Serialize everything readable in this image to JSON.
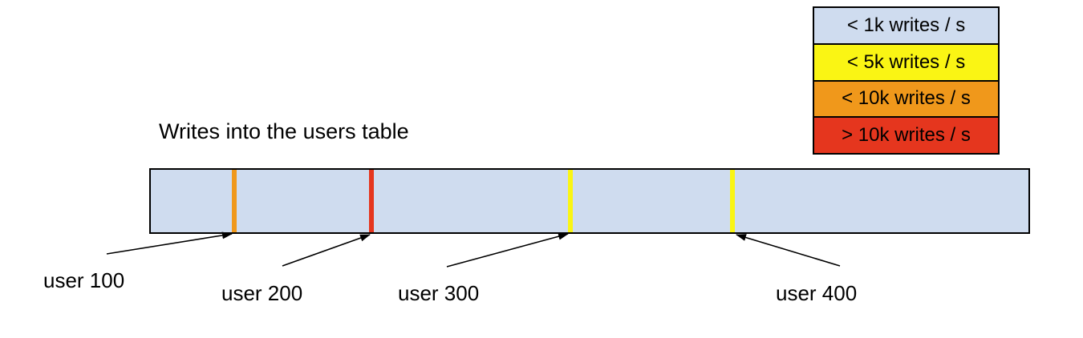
{
  "title": "Writes into the users table",
  "legend": {
    "items": [
      {
        "label": "< 1k writes / s",
        "color": "#cfdcef"
      },
      {
        "label": "< 5k writes / s",
        "color": "#faf514"
      },
      {
        "label": "< 10k writes / s",
        "color": "#f0981b"
      },
      {
        "label": "> 10k writes / s",
        "color": "#e5361e"
      }
    ]
  },
  "table_bar": {
    "fill_color": "#cfdcef",
    "border_color": "#000000"
  },
  "markers": [
    {
      "label": "user 100",
      "position_fraction": 0.095,
      "color": "#f0981b",
      "rate": "< 10k writes / s"
    },
    {
      "label": "user 200",
      "position_fraction": 0.251,
      "color": "#e5361e",
      "rate": "> 10k writes / s"
    },
    {
      "label": "user 300",
      "position_fraction": 0.478,
      "color": "#faf514",
      "rate": "< 5k writes / s"
    },
    {
      "label": "user 400",
      "position_fraction": 0.663,
      "color": "#faf514",
      "rate": "< 5k writes / s"
    }
  ]
}
